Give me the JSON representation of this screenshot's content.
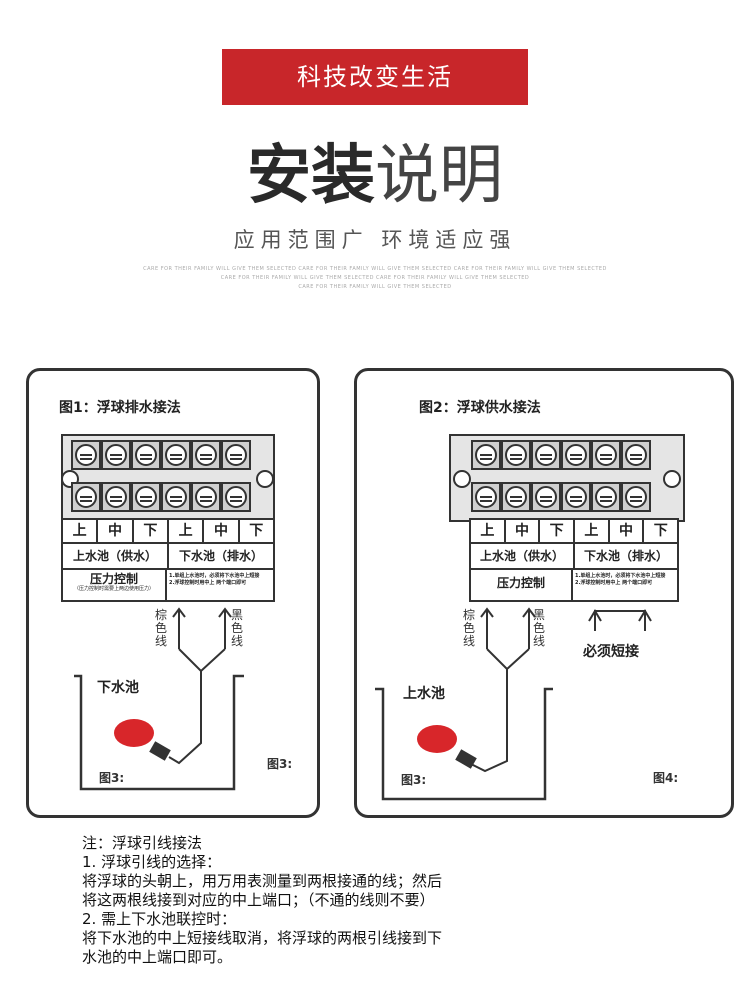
{
  "header": {
    "banner": "科技改变生活",
    "title_bold": "安装",
    "title_light": "说明",
    "subtitle": "应用范围广  环境适应强",
    "tiny_lines": [
      "CARE FOR THEIR FAMILY WILL GIVE THEM SELECTED CARE FOR THEIR FAMILY WILL GIVE THEM SELECTED CARE FOR THEIR FAMILY WILL GIVE THEM SELECTED",
      "CARE FOR THEIR FAMILY WILL GIVE THEM SELECTED CARE FOR THEIR FAMILY WILL GIVE THEM SELECTED",
      "CARE FOR THEIR FAMILY WILL GIVE THEM SELECTED"
    ]
  },
  "figure1": {
    "title": "图1：浮球排水接法",
    "row_labels": [
      "上",
      "中",
      "下",
      "上",
      "中",
      "下"
    ],
    "pool_upper": "上水池（供水）",
    "pool_lower": "下水池（排水）",
    "pressure": "压力控制",
    "pressure_note": "（压力控制时需要上两边使用压力）",
    "side_note_1": "1.单组上水池时，必须将下水池中上短接",
    "side_note_2": "2.浮球控制时用中上 两个端口即可",
    "wire_brown": "棕色线",
    "wire_black": "黑色线",
    "pool_name": "下水池",
    "fig_left": "图3:",
    "fig_right": "图3:"
  },
  "figure2": {
    "title": "图2：浮球供水接法",
    "row_labels": [
      "上",
      "中",
      "下",
      "上",
      "中",
      "下"
    ],
    "pool_upper": "上水池（供水）",
    "pool_lower": "下水池（排水）",
    "pressure": "压力控制",
    "side_note_1": "1.单组上水池时，必须将下水池中上短接",
    "side_note_2": "2.浮球控制时用中上 两个端口即可",
    "wire_brown": "棕色线",
    "wire_black": "黑色线",
    "short_label": "必须短接",
    "pool_name": "上水池",
    "fig_left": "图3:",
    "fig_right": "图4:"
  },
  "notes": {
    "lines": [
      "注：浮球引线接法",
      "    1. 浮球引线的选择：",
      "       将浮球的头朝上，用万用表测量到两根接通的线；然后",
      "将这两根线接到对应的中上端口；（不通的线则不要）",
      "    2. 需上下水池联控时：",
      "       将下水池的中上短接线取消，将浮球的两根引线接到下",
      "水池的中上端口即可。"
    ]
  },
  "colors": {
    "banner": "#c8262a",
    "float_red": "#d8262a"
  }
}
